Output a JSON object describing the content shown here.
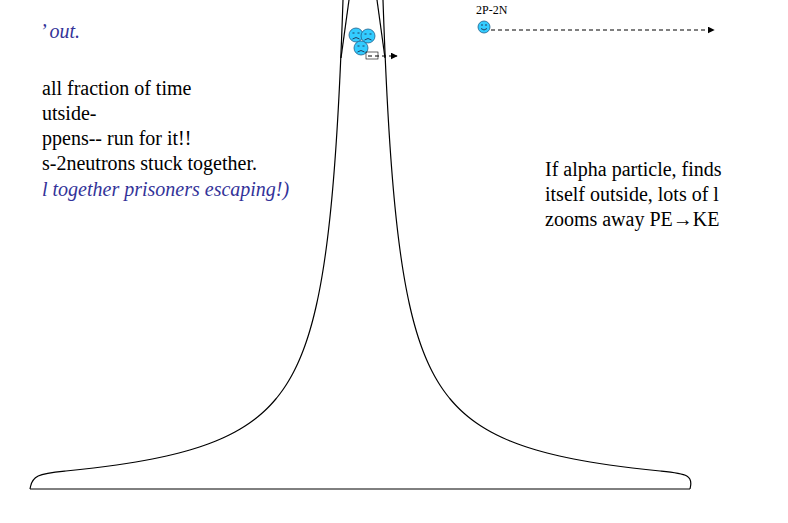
{
  "diagram": {
    "labels": [
      "’ out.",
      "all fraction of time",
      "utside-",
      "ppens-- run for it!!",
      "s-2neutrons stuck together.",
      "l together prisoners escaping!)",
      "2P-2N",
      "If alpha particle, finds",
      "itself outside, lots of l",
      "zooms away PE→KE"
    ]
  }
}
